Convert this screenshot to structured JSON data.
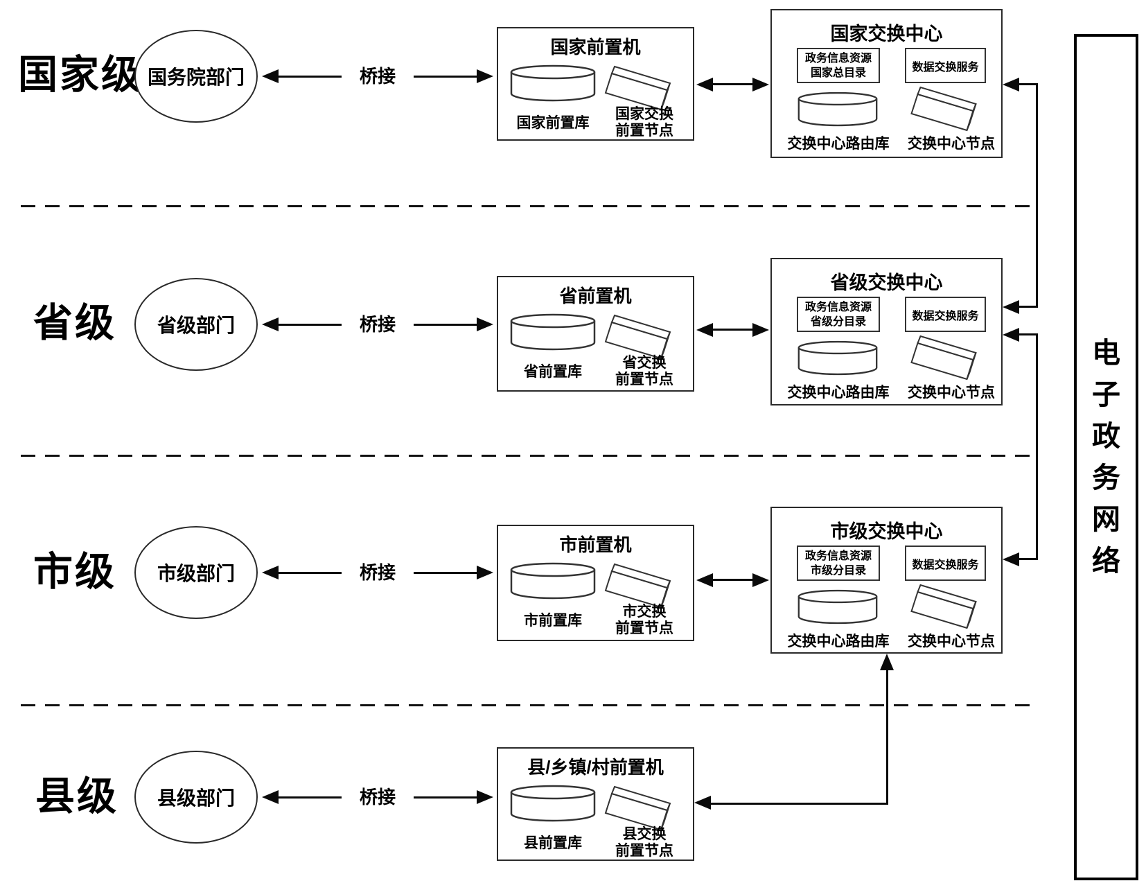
{
  "network": {
    "label": "电子政务网络",
    "chars": [
      "电",
      "子",
      "政",
      "务",
      "网",
      "络"
    ]
  },
  "bridge": "桥接",
  "levels": [
    {
      "name": "国家级",
      "dept": "国务院部门",
      "front": {
        "title": "国家前置机",
        "db": "国家前置库",
        "node1": "国家交换",
        "node2": "前置节点"
      },
      "exchange": {
        "title": "国家交换中心",
        "dir1": "政务信息资源",
        "dir2": "国家总目录",
        "svc": "数据交换服务",
        "router": "交换中心路由库",
        "node": "交换中心节点"
      }
    },
    {
      "name": "省级",
      "dept": "省级部门",
      "front": {
        "title": "省前置机",
        "db": "省前置库",
        "node1": "省交换",
        "node2": "前置节点"
      },
      "exchange": {
        "title": "省级交换中心",
        "dir1": "政务信息资源",
        "dir2": "省级分目录",
        "svc": "数据交换服务",
        "router": "交换中心路由库",
        "node": "交换中心节点"
      }
    },
    {
      "name": "市级",
      "dept": "市级部门",
      "front": {
        "title": "市前置机",
        "db": "市前置库",
        "node1": "市交换",
        "node2": "前置节点"
      },
      "exchange": {
        "title": "市级交换中心",
        "dir1": "政务信息资源",
        "dir2": "市级分目录",
        "svc": "数据交换服务",
        "router": "交换中心路由库",
        "node": "交换中心节点"
      }
    },
    {
      "name": "县级",
      "dept": "县级部门",
      "front": {
        "title": "县/乡镇/村前置机",
        "db": "县前置库",
        "node1": "县交换",
        "node2": "前置节点"
      }
    }
  ],
  "colors": {
    "line": "#000000",
    "background": "#ffffff",
    "cuboid_shade": "#d9d9d9"
  }
}
